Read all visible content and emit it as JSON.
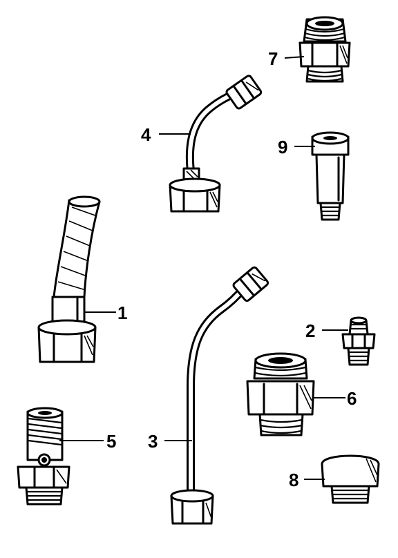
{
  "parts": [
    {
      "id": "p1",
      "label": "1"
    },
    {
      "id": "p2",
      "label": "2"
    },
    {
      "id": "p3",
      "label": "3"
    },
    {
      "id": "p4",
      "label": "4"
    },
    {
      "id": "p5",
      "label": "5"
    },
    {
      "id": "p6",
      "label": "6"
    },
    {
      "id": "p7",
      "label": "7"
    },
    {
      "id": "p8",
      "label": "8"
    },
    {
      "id": "p9",
      "label": "9"
    }
  ]
}
